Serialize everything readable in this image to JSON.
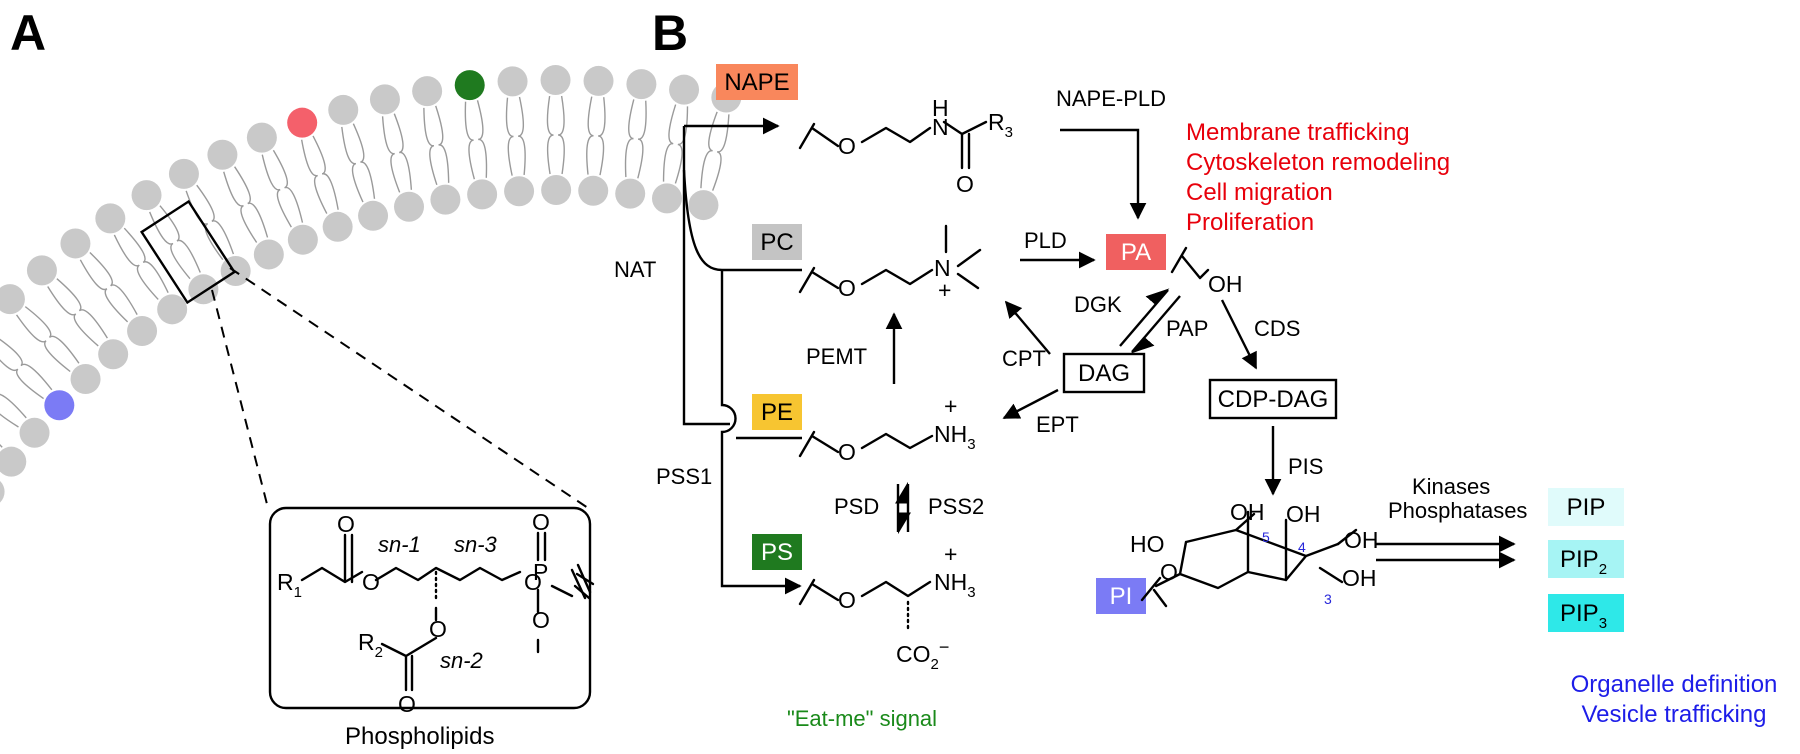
{
  "panels": {
    "a": "A",
    "b": "B"
  },
  "panel_a": {
    "caption": "Phospholipids",
    "labels": {
      "sn1": "sn-1",
      "sn2": "sn-2",
      "sn3": "sn-3",
      "r1": "R1",
      "r2": "R2",
      "p": "P",
      "o": "O"
    },
    "lipid_colors": {
      "membrane": "#c9c9c9",
      "red": "#f4606b",
      "green": "#1f7a1f",
      "blue": "#7b7bf5",
      "yellow": "#f7c531"
    }
  },
  "boxes": {
    "nape": {
      "label": "NAPE",
      "color": "#f9875c"
    },
    "pc": {
      "label": "PC",
      "color": "#c4c4c4"
    },
    "pe": {
      "label": "PE",
      "color": "#f7c531"
    },
    "ps": {
      "label": "PS",
      "color": "#1f7a1f"
    },
    "pa": {
      "label": "PA",
      "color": "#f06060"
    },
    "pi": {
      "label": "PI",
      "color": "#7b7bf5"
    },
    "dag": {
      "label": "DAG"
    },
    "cdpdag": {
      "label": "CDP-DAG"
    },
    "pip": {
      "label": "PIP",
      "color": "#e0fbfb"
    },
    "pip2": {
      "label": "PIP2",
      "color": "#a6f4f4"
    },
    "pip3": {
      "label": "PIP3",
      "color": "#2ee8e8"
    }
  },
  "enzymes": {
    "nape_pld": "NAPE-PLD",
    "nat": "NAT",
    "pld": "PLD",
    "dgk": "DGK",
    "pap": "PAP",
    "cds": "CDS",
    "pemt": "PEMT",
    "cpt": "CPT",
    "ept": "EPT",
    "pss1": "PSS1",
    "psd": "PSD",
    "pss2": "PSS2",
    "pis": "PIS",
    "kinases": "Kinases",
    "phosphatases": "Phosphatases"
  },
  "pa_functions": [
    "Membrane trafficking",
    "Cytoskeleton remodeling",
    "Cell migration",
    "Proliferation"
  ],
  "pip_functions": [
    "Organelle definition",
    "Vesicle trafficking"
  ],
  "ps_function": "\"Eat-me\" signal",
  "ring_numbers": {
    "n5": "5",
    "n4": "4",
    "n3": "3"
  }
}
